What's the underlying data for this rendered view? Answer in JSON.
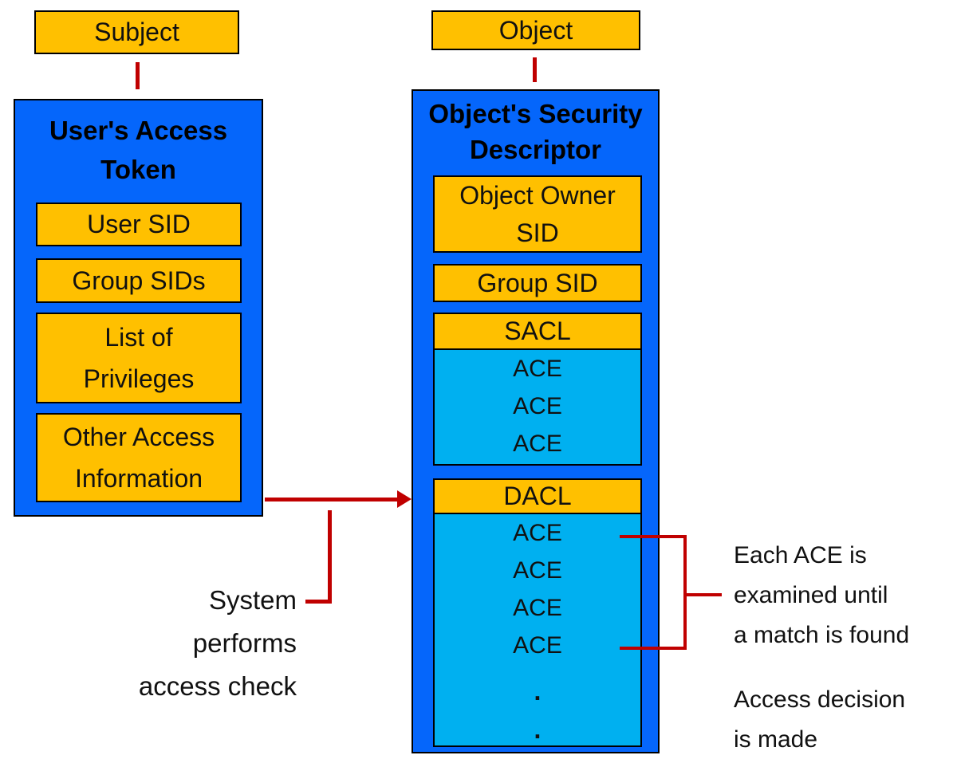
{
  "diagram": {
    "subject": {
      "label": "Subject"
    },
    "object": {
      "label": "Object"
    },
    "token": {
      "title_lines": [
        "User's Access",
        "Token"
      ],
      "items": [
        {
          "lines": [
            "User SID"
          ]
        },
        {
          "lines": [
            "Group SIDs"
          ]
        },
        {
          "lines": [
            "List of",
            "Privileges"
          ]
        },
        {
          "lines": [
            "Other Access",
            "Information"
          ]
        }
      ]
    },
    "descriptor": {
      "title_lines": [
        "Object's Security",
        "Descriptor"
      ],
      "owner_sid_lines": [
        "Object Owner",
        "SID"
      ],
      "group_sid": "Group SID",
      "sacl": {
        "header": "SACL",
        "aces": [
          "ACE",
          "ACE",
          "ACE"
        ]
      },
      "dacl": {
        "header": "DACL",
        "aces": [
          "ACE",
          "ACE",
          "ACE",
          "ACE"
        ],
        "dots": [
          ".",
          "."
        ]
      }
    },
    "annotations": {
      "system_lines": [
        "System",
        "performs",
        "access check"
      ],
      "each_ace_lines": [
        "Each ACE is",
        "examined until",
        "a match is found"
      ],
      "decision_lines": [
        "Access decision",
        "is made"
      ]
    },
    "colors": {
      "orange": "#FFC000",
      "blue": "#0566FB",
      "cyan": "#00B0F0",
      "red": "#C00000"
    }
  }
}
